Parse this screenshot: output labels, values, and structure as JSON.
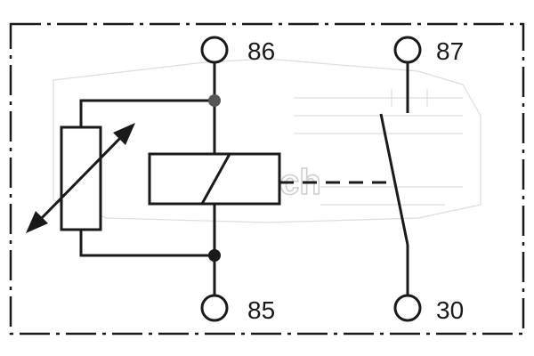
{
  "terminals": {
    "t86": {
      "label": "86"
    },
    "t87": {
      "label": "87"
    },
    "t85": {
      "label": "85"
    },
    "t30": {
      "label": "30"
    }
  },
  "watermark": {
    "text": "© Bosch"
  },
  "colors": {
    "line": "#1a1a1a",
    "watermark": "#cfcfcf",
    "background": "#ffffff"
  }
}
